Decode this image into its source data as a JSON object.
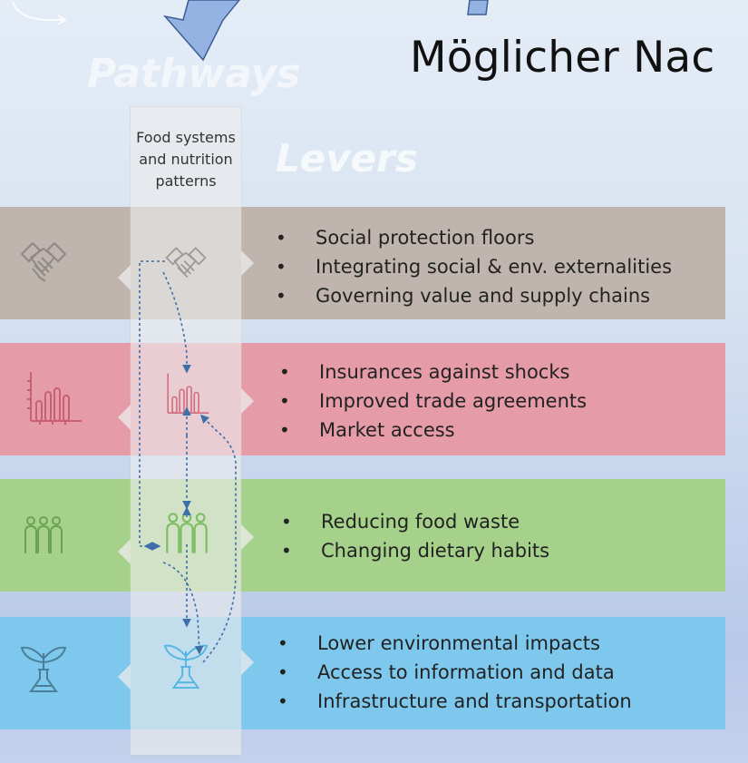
{
  "header": {
    "title": "Möglicher Nac",
    "pathways_label": "Pathways",
    "levers_label": "Levers"
  },
  "column": {
    "header_lines": [
      "Food  systems",
      "and nutrition",
      "patterns"
    ]
  },
  "bands": [
    {
      "id": "social",
      "color": "#bfb5ae",
      "icon": "handshake-icon",
      "items": [
        "Social protection floors",
        "Integrating social & env. externalities",
        "Governing value and supply chains"
      ]
    },
    {
      "id": "market",
      "color": "#e59ba8",
      "icon": "bar-chart-icon",
      "items": [
        "Insurances against shocks",
        "Improved trade agreements",
        "Market access"
      ]
    },
    {
      "id": "waste",
      "color": "#a6d18a",
      "icon": "people-group-icon",
      "items": [
        "Reducing food waste",
        "Changing dietary habits"
      ]
    },
    {
      "id": "env",
      "color": "#7ec8ee",
      "icon": "plant-flask-icon",
      "items": [
        "Lower environmental impacts",
        "Access to information and data",
        "Infrastructure and transportation"
      ]
    }
  ]
}
